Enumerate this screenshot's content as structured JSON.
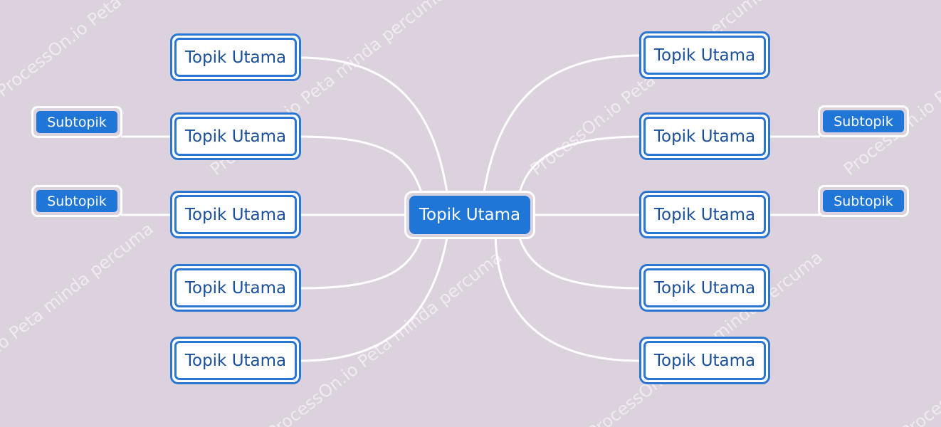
{
  "colors": {
    "background": "#dcd2de",
    "node_border": "#2b76d2",
    "node_fill": "#ffffff",
    "node_text": "#1a4f9c",
    "accent_fill": "#1f76d6",
    "connector": "#ffffff"
  },
  "center": {
    "label": "Topik Utama"
  },
  "left": [
    {
      "label": "Topik Utama",
      "subtopic": ""
    },
    {
      "label": "Topik Utama",
      "subtopic": "Subtopik"
    },
    {
      "label": "Topik Utama",
      "subtopic": "Subtopik"
    },
    {
      "label": "Topik Utama",
      "subtopic": ""
    },
    {
      "label": "Topik Utama",
      "subtopic": ""
    }
  ],
  "right": [
    {
      "label": "Topik Utama",
      "subtopic": ""
    },
    {
      "label": "Topik Utama",
      "subtopic": "Subtopik"
    },
    {
      "label": "Topik Utama",
      "subtopic": "Subtopik"
    },
    {
      "label": "Topik Utama",
      "subtopic": ""
    },
    {
      "label": "Topik Utama",
      "subtopic": ""
    }
  ],
  "watermark": {
    "text": "ProcessOn.io Peta minda percuma"
  }
}
